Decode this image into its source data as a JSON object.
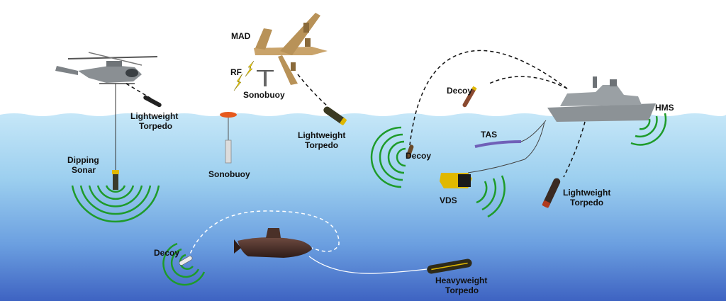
{
  "labels": {
    "lightweight_torpedo_heli": [
      "Lightweight",
      "Torpedo"
    ],
    "dipping_sonar": [
      "Dipping",
      "Sonar"
    ],
    "mad": "MAD",
    "rf": "RF",
    "sonobuoy_air": "Sonobuoy",
    "sonobuoy_water": "Sonobuoy",
    "lightweight_torpedo_plane": [
      "Lightweight",
      "Torpedo"
    ],
    "decoy_air": "Decoy",
    "decoy_sea": "Decoy",
    "tas": "TAS",
    "vds": "VDS",
    "hms": "HMS",
    "lightweight_torpedo_ship": [
      "Lightweight",
      "Torpedo"
    ],
    "decoy_sub": "Decoy",
    "heavyweight_torpedo": [
      "Heavyweight",
      "Torpedo"
    ]
  },
  "colors": {
    "sky": "#ffffff",
    "sea_top": "#bfe3f7",
    "sea_mid": "#7fb6e8",
    "sea_bottom": "#4a72c8",
    "sonar_ring": "#1e9b2a",
    "torpedo_yellow": "#e0b800",
    "aircraft_tan": "#c9a36a",
    "ship_grey": "#8c9296",
    "submarine": "#5a3c34"
  }
}
